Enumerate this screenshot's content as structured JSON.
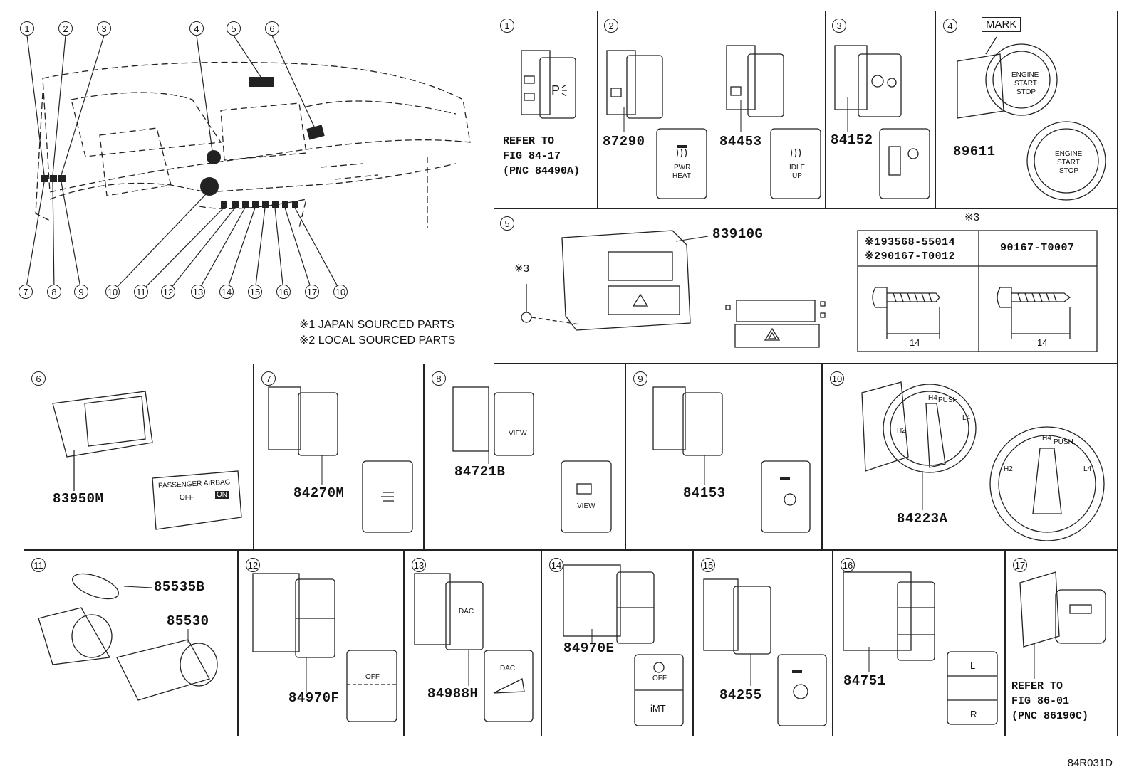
{
  "overview": {
    "callouts_top": [
      "1",
      "2",
      "3",
      "4",
      "5",
      "6"
    ],
    "callouts_bottom": [
      "7",
      "8",
      "9",
      "10",
      "11",
      "12",
      "13",
      "14",
      "15",
      "16",
      "17",
      "10"
    ]
  },
  "notes": {
    "japan": "※1 JAPAN SOURCED PARTS",
    "local": "※2 LOCAL SOURCED PARTS"
  },
  "panels": {
    "p1": {
      "num": "1",
      "ref": "REFER TO\nFIG 84-17\n(PNC 84490A)"
    },
    "p2": {
      "num": "2",
      "pn_a": "87290",
      "pn_b": "84453",
      "label_a1": "PWR",
      "label_a2": "HEAT",
      "label_b1": "IDLE",
      "label_b2": "UP"
    },
    "p3": {
      "num": "3",
      "pn": "84152"
    },
    "p4": {
      "num": "4",
      "pn": "89611",
      "mark": "MARK",
      "btn1": "ENGINE",
      "btn2": "START",
      "btn3": "STOP"
    },
    "p5": {
      "num": "5",
      "pn": "83910G",
      "screw_note": "※3",
      "callout": "※3",
      "row1": "※193568-55014",
      "row2": "※290167-T0012",
      "row3": "90167-T0007",
      "dim_a": "14",
      "dim_b": "14"
    },
    "p6": {
      "num": "6",
      "pn": "83950M",
      "label": "PASSENGER AIRBAG",
      "off": "OFF",
      "on": "ON"
    },
    "p7": {
      "num": "7",
      "pn": "84270M"
    },
    "p8": {
      "num": "8",
      "pn": "84721B",
      "view": "VIEW"
    },
    "p9": {
      "num": "9",
      "pn": "84153"
    },
    "p10": {
      "num": "10",
      "pn": "84223A",
      "h4": "H4",
      "h2": "H2",
      "l4": "L4",
      "push": "PUSH"
    },
    "p11": {
      "num": "11",
      "pn_a": "85535B",
      "pn_b": "85530"
    },
    "p12": {
      "num": "12",
      "pn": "84970F",
      "off": "OFF"
    },
    "p13": {
      "num": "13",
      "pn": "84988H",
      "dac": "DAC"
    },
    "p14": {
      "num": "14",
      "pn": "84970E",
      "off": "OFF",
      "imt": "iMT"
    },
    "p15": {
      "num": "15",
      "pn": "84255"
    },
    "p16": {
      "num": "16",
      "pn": "84751",
      "l": "L",
      "r": "R"
    },
    "p17": {
      "num": "17",
      "ref": "REFER TO\nFIG 86-01\n(PNC 86190C)"
    }
  },
  "figure_id": "84R031D"
}
